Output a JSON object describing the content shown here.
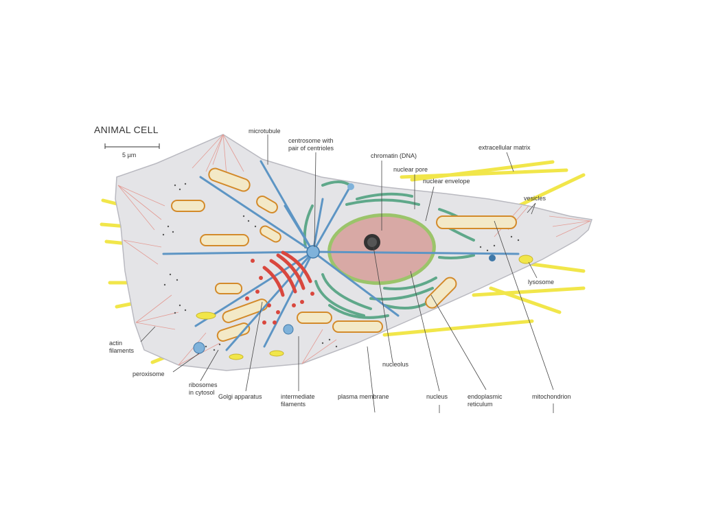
{
  "title": "ANIMAL CELL",
  "scale_bar": "5 µm",
  "labels": {
    "microtubule": "microtubule",
    "centrosome": "centrosome with\npair of centrioles",
    "chromatin": "chromatin (DNA)",
    "nuclear_pore": "nuclear pore",
    "nuclear_envelope": "nuclear envelope",
    "extracellular_matrix": "extracellular matrix",
    "vesicles": "vesicles",
    "lysosome": "lysosome",
    "actin_filaments": "actin\nfilaments",
    "peroxisome": "peroxisome",
    "ribosomes": "ribosomes\nin cytosol",
    "golgi": "Golgi apparatus",
    "intermediate_filaments": "intermediate\nfilaments",
    "plasma_membrane": "plasma membrane",
    "nucleolus": "nucleolus",
    "nucleus": "nucleus",
    "endoplasmic_reticulum": "endoplasmic\nreticulum",
    "mitochondrion": "mitochondrion"
  },
  "colors": {
    "cytoplasm": "#e4e4e7",
    "membrane_edge": "#b9b9c0",
    "nucleus_fill": "#d8a9a5",
    "nuclear_envelope": "#9bc46a",
    "er": "#5fa88a",
    "mitochondria_fill": "#f3e9c7",
    "mitochondria_cristae": "#d38a2a",
    "microtubule": "#5d95c4",
    "golgi": "#d9473e",
    "ecm": "#f1e64a",
    "actin": "#e39a93",
    "leader": "#444444"
  }
}
